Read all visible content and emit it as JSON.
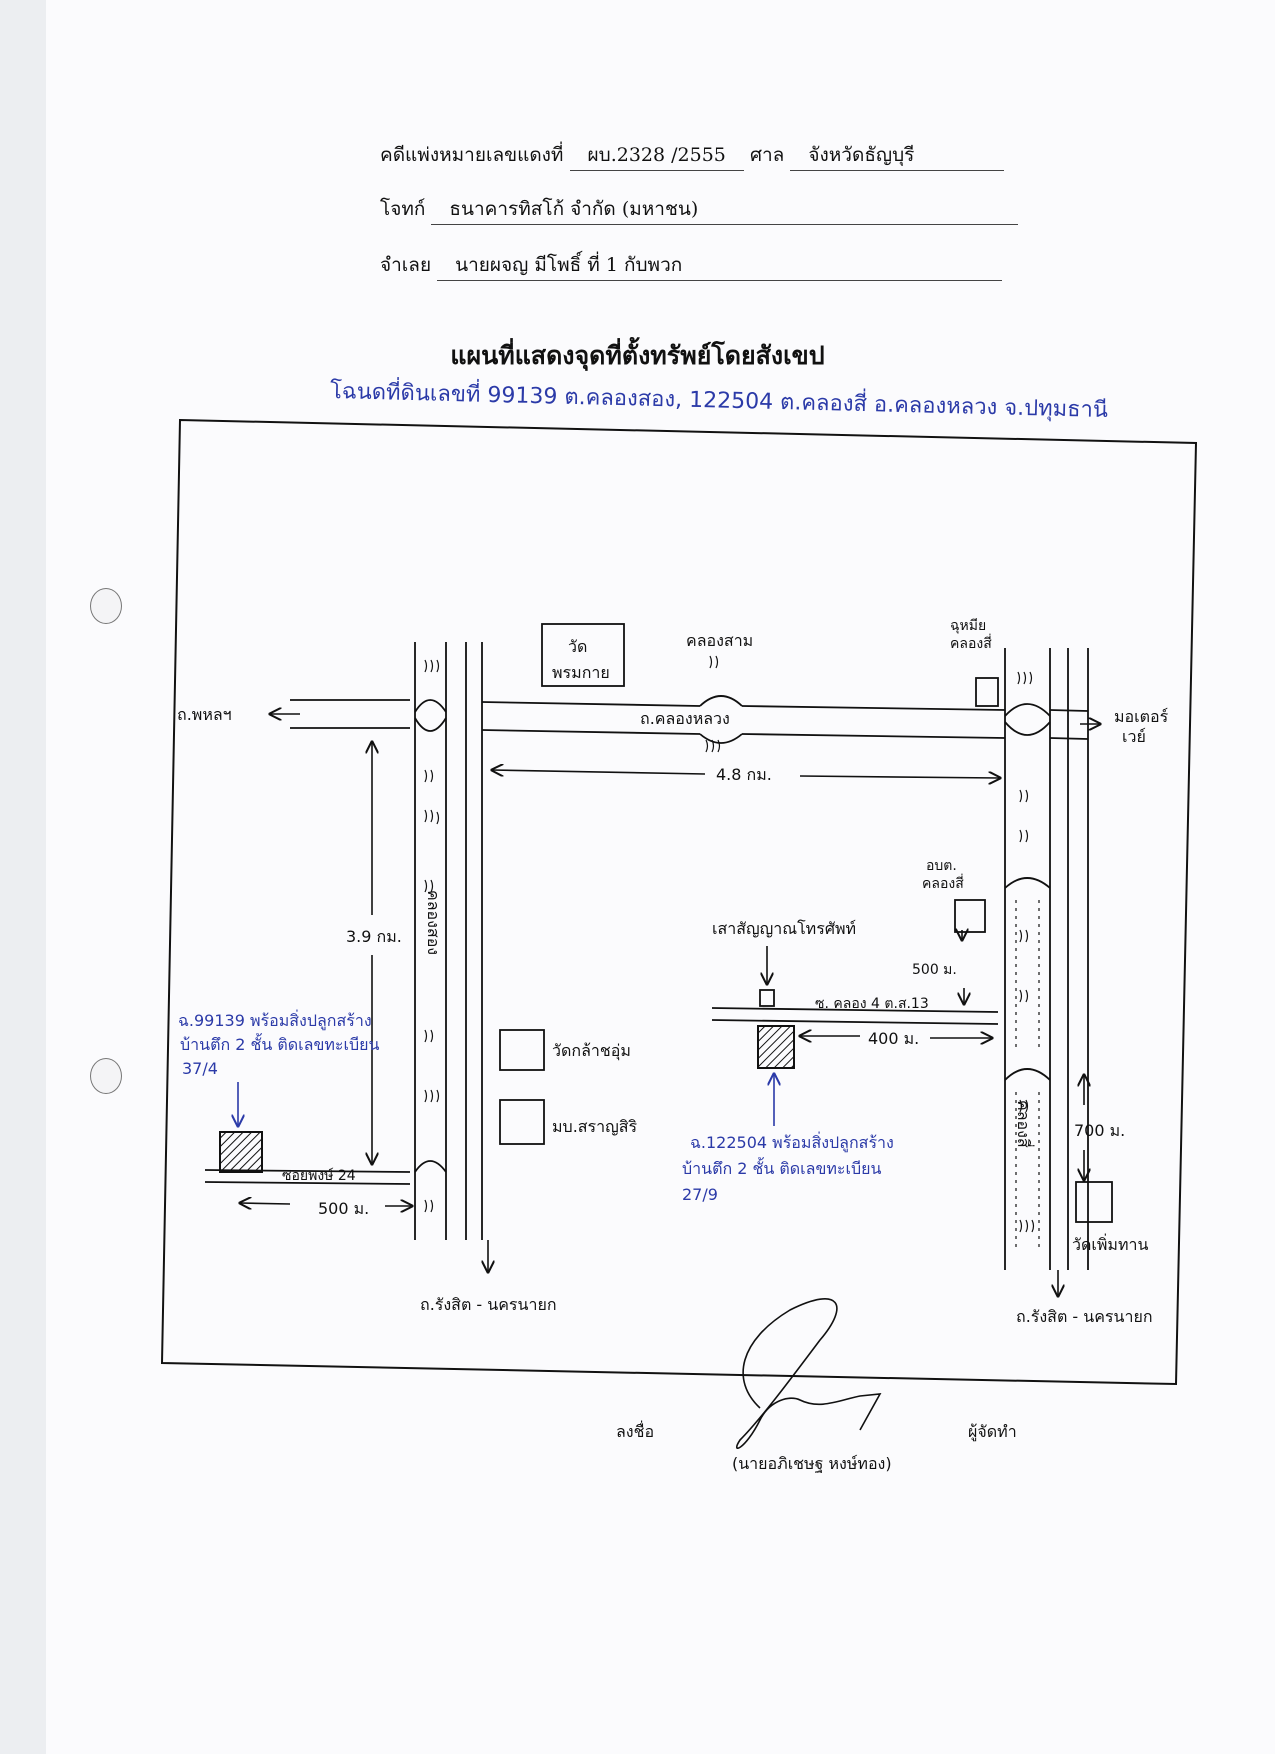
{
  "header": {
    "case_label": "คดีแพ่งหมายเลขแดงที่",
    "case_no": "ผบ.2328 /2555",
    "court_label": "ศาล",
    "court_name": "จังหวัดธัญบุรี",
    "plaintiff_label": "โจทก์",
    "plaintiff": "ธนาคารทิสโก้ จำกัด (มหาชน)",
    "defendant_label": "จำเลย",
    "defendant": "นายผจญ มีโพธิ์ ที่ 1 กับพวก"
  },
  "title": "แผนที่แสดงจุดที่ตั้งทรัพย์โดยสังเขป",
  "deed_line": "โฉนดที่ดินเลขที่ 99139 ต.คลองสอง, 122504 ต.คลองสี่ อ.คลองหลวง จ.ปทุมธานี",
  "map": {
    "labels": {
      "to_phahon": "ถ.พหลฯ",
      "road_khlong_luang": "ถ.คลองหลวง",
      "to_motorway_1": "มอเตอร์",
      "to_motorway_2": "เวย์",
      "khlong_sam": "คลองสาม",
      "wat_1": "วัด",
      "wat_2": "พรมกาย",
      "school_1": "ฉุหมีย",
      "school_2": "คลองสี่",
      "dist_main": "4.8 กม.",
      "dist_vertical": "3.9 กม.",
      "khlong_song": "คลองสอง",
      "khlong_si": "คลองสี่",
      "obt_1": "อบต.",
      "obt_2": "คลองสี่",
      "phone_pole": "เสาสัญญาณโทรศัพท์",
      "soi_khlong4": "ซ. คลอง 4 ต.ส.13",
      "dist_500_top": "500 ม.",
      "dist_400": "400 ม.",
      "wat_klachum": "วัดกล้าชอุ่ม",
      "village_sarasiri": "มบ.สราญสิริ",
      "dist_700": "700 ม.",
      "wat_phoem": "วัดเพิ่มทาน",
      "soi_bottom": "ซอยพงษ์ 24",
      "dist_500_bottom": "500 ม.",
      "road_rangsit_left": "ถ.รังสิต - นครนายก",
      "road_rangsit_right": "ถ.รังสิต - นครนายก"
    },
    "property_left": [
      "ฉ.99139 พร้อมสิ่งปลูกสร้าง",
      "บ้านตึก 2 ชั้น ติดเลขทะเบียน",
      "37/4"
    ],
    "property_right": [
      "ฉ.122504 พร้อมสิ่งปลูกสร้าง",
      "บ้านตึก 2 ชั้น ติดเลขทะเบียน",
      "27/9"
    ],
    "colors": {
      "ink": "#111111",
      "blue_pen": "#2b3aa8"
    }
  },
  "signature": {
    "sign_label": "ลงชื่อ",
    "role": "ผู้จัดทำ",
    "name": "(นายอภิเชษฐ หงษ์ทอง)"
  }
}
